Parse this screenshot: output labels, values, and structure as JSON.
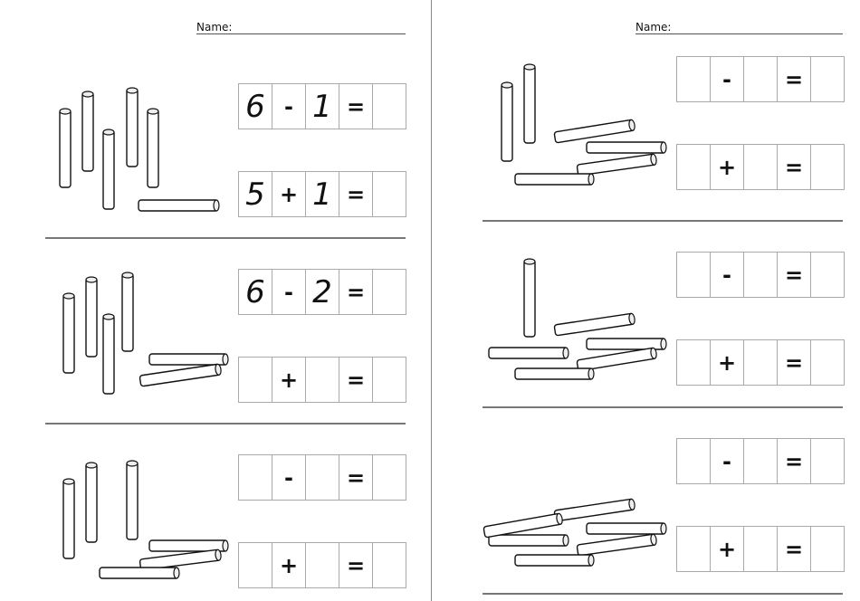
{
  "left_page": {
    "name_label": "Name:",
    "sections": [
      {
        "equations": [
          [
            "6",
            "-",
            "1",
            "=",
            ""
          ],
          [
            "5",
            "+",
            "1",
            "=",
            ""
          ]
        ]
      },
      {
        "equations": [
          [
            "6",
            "-",
            "2",
            "=",
            ""
          ],
          [
            "",
            "+",
            "",
            "=",
            ""
          ]
        ]
      },
      {
        "equations": [
          [
            "",
            "-",
            "",
            "=",
            ""
          ],
          [
            "",
            "+",
            "",
            "=",
            ""
          ]
        ]
      }
    ]
  },
  "right_page": {
    "name_label": "Name:",
    "sections": [
      {
        "equations": [
          [
            "",
            "-",
            "",
            "=",
            ""
          ],
          [
            "",
            "+",
            "",
            "=",
            ""
          ]
        ]
      },
      {
        "equations": [
          [
            "",
            "-",
            "",
            "=",
            ""
          ],
          [
            "",
            "+",
            "",
            "=",
            ""
          ]
        ]
      },
      {
        "equations": [
          [
            "",
            "-",
            "",
            "=",
            ""
          ],
          [
            "",
            "+",
            "",
            "=",
            ""
          ]
        ]
      }
    ]
  }
}
